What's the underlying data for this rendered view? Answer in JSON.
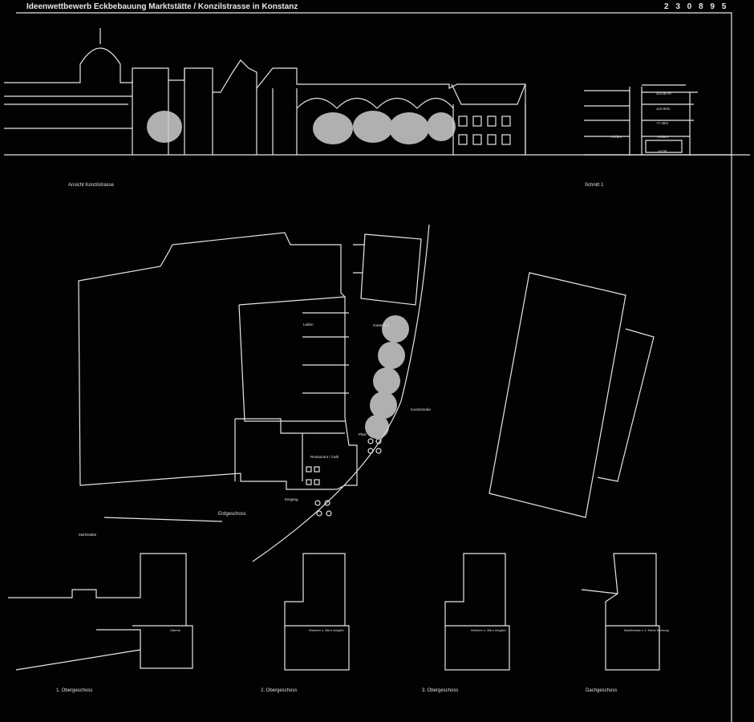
{
  "header": {
    "title": "Ideenwettbewerb Eckbebauung Marktstätte / Konzilstrasse in Konstanz",
    "code": "2 3 0 8 9 5"
  },
  "elevation": {
    "label": "Ansicht Konzilstrasse"
  },
  "section": {
    "label": "Schnitt 1",
    "levels": [
      "±13.80 m",
      "±10.60m",
      "+7.40m",
      "+4.20m",
      "±0.00",
      "+4.73m"
    ]
  },
  "ground_floor": {
    "label": "Erdgeschoss",
    "rooms": {
      "shops": "Läden",
      "garden": "Gartenhof",
      "restaurant": "Restaurant / Café",
      "entrance": "Eingang",
      "square": "Platz",
      "street": "Konzilstraße",
      "market": "Marktstätte"
    }
  },
  "upper_floors": [
    {
      "label": "1. Obergeschoss",
      "note": "Galerie"
    },
    {
      "label": "2. Obergeschoss",
      "note": "Wohnen o. Büro möglich"
    },
    {
      "label": "3. Obergeschoss",
      "note": "Wohnen o. Büro möglich"
    },
    {
      "label": "Dachgeschoss",
      "note": "Dachterrasse o. 2. Ebene Wohnung"
    }
  ]
}
